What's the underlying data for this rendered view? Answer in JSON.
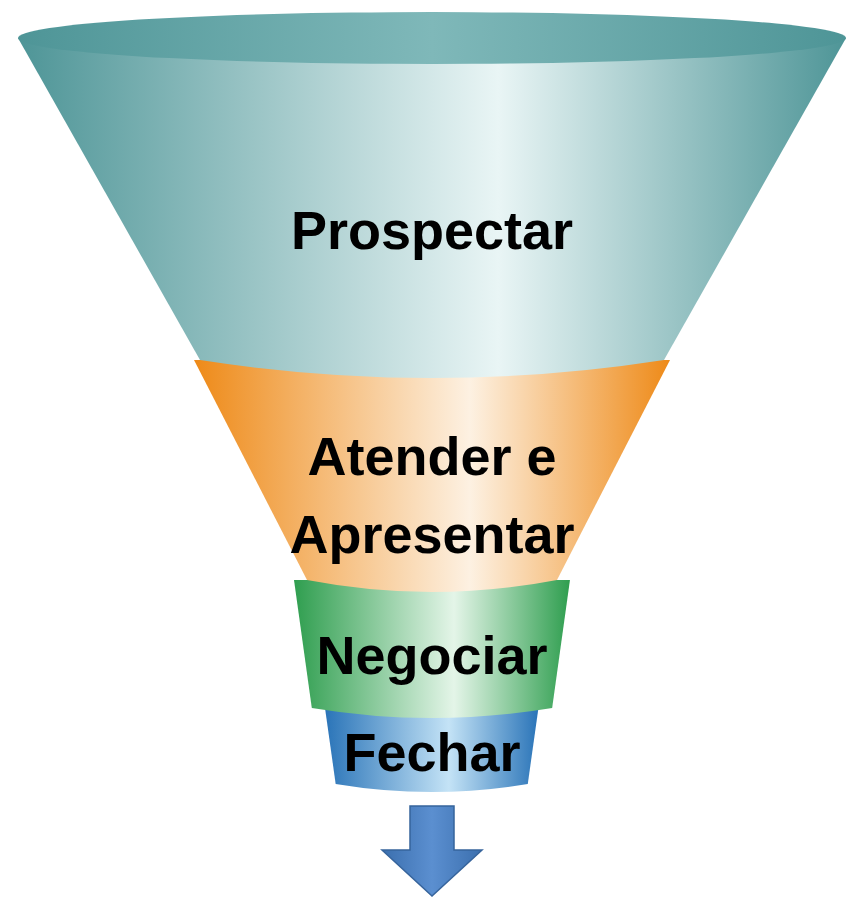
{
  "diagram": {
    "nodes": [
      {
        "text": [
          "Prospectar"
        ]
      },
      {
        "text": [
          "Atender e Apresentar"
        ]
      },
      {
        "text": [
          "Negociar"
        ]
      },
      {
        "text": [
          "Fechar"
        ]
      }
    ]
  }
}
